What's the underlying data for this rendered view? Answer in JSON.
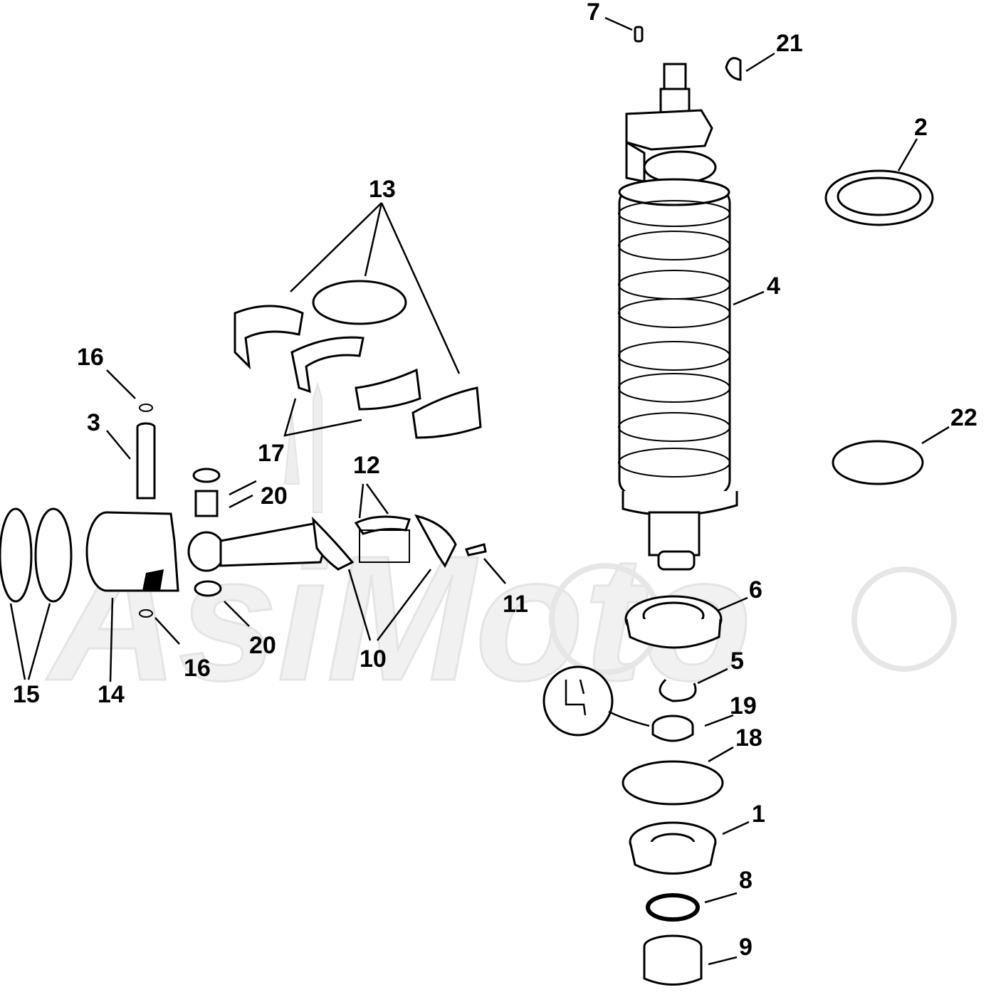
{
  "diagram": {
    "type": "exploded-parts-diagram",
    "callouts": [
      "1",
      "2",
      "3",
      "4",
      "5",
      "6",
      "7",
      "8",
      "9",
      "10",
      "11",
      "12",
      "13",
      "14",
      "15",
      "16",
      "16",
      "17",
      "18",
      "19",
      "20",
      "20",
      "21",
      "22"
    ],
    "parts": {
      "p1": "1",
      "p2": "2",
      "p3": "3",
      "p4": "4",
      "p5": "5",
      "p6": "6",
      "p7": "7",
      "p8": "8",
      "p9": "9",
      "p10": "10",
      "p11": "11",
      "p12": "12",
      "p13": "13",
      "p14": "14",
      "p15": "15",
      "p16a": "16",
      "p16b": "16",
      "p17": "17",
      "p18": "18",
      "p19": "19",
      "p20a": "20",
      "p20b": "20",
      "p21": "21",
      "p22": "22"
    },
    "watermark_text": "AsiMoto"
  },
  "colors": {
    "line": "#000000",
    "background": "#ffffff",
    "watermark": "#e6e6e6"
  }
}
